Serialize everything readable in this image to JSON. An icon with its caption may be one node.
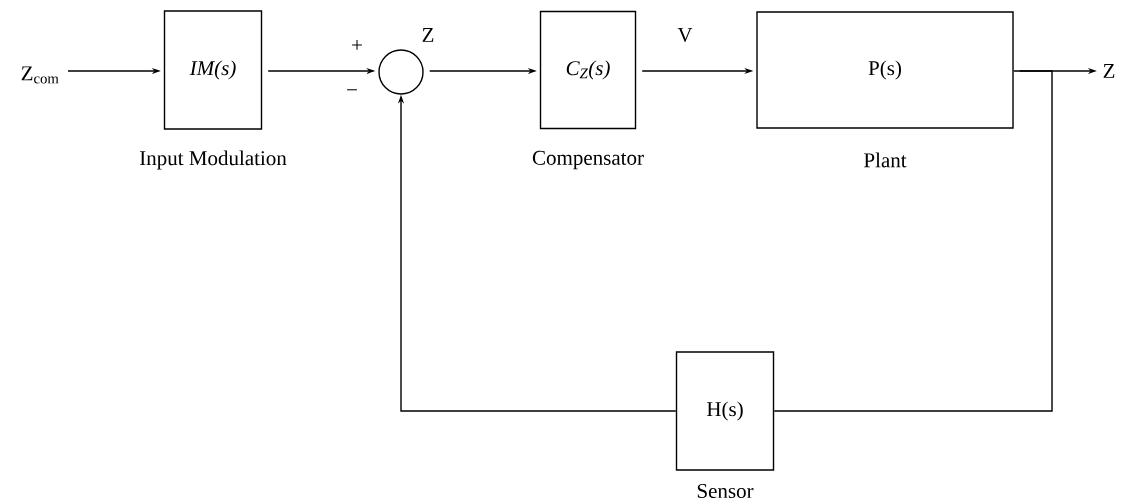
{
  "diagram": {
    "nodes": [
      {
        "text": [
          "Z$_{com}$"
        ]
      },
      {
        "text": [
          "IM(s)"
        ],
        "beside": [
          "Input Modulation"
        ]
      },
      {
        "text": [],
        "shape": "circle"
      },
      {
        "text": [
          "C$_{Z}$(s)"
        ],
        "beside": [
          "Compensator"
        ]
      },
      {
        "text": [
          "P(s)"
        ],
        "beside": [
          "Plant"
        ]
      },
      {
        "text": [
          "Z"
        ]
      },
      {
        "text": [
          "H(s)"
        ],
        "beside": [
          "Sensor"
        ]
      }
    ],
    "edges": [
      {
        "from": 0,
        "to": 1,
        "arrow": "to"
      },
      {
        "from": 1,
        "to": 2,
        "arrow": "to"
      },
      {
        "from": 2,
        "to": 3,
        "arrow": "to",
        "label": "Z"
      },
      {
        "from": 3,
        "to": 4,
        "arrow": "to",
        "label": "V"
      },
      {
        "from": 4,
        "to": 5,
        "arrow": "to"
      },
      {
        "from": 4,
        "to": 6,
        "arrow": "none"
      },
      {
        "from": 6,
        "to": 2,
        "arrow": "to"
      }
    ],
    "labels": [
      "+",
      "−"
    ]
  }
}
